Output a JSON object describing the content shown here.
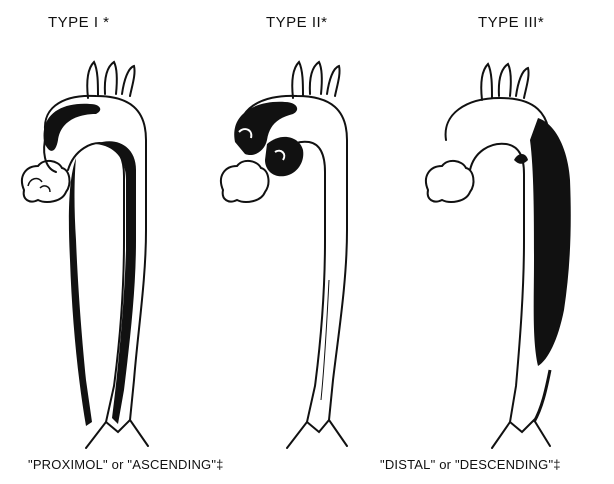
{
  "panels": [
    {
      "title": "TYPE I *"
    },
    {
      "title": "TYPE II*"
    },
    {
      "title": "TYPE III*"
    }
  ],
  "captions": {
    "proximal": "\"PROXIMOL\" or \"ASCENDING\"‡",
    "distal": "\"DISTAL\" or \"DESCENDING\"‡"
  }
}
